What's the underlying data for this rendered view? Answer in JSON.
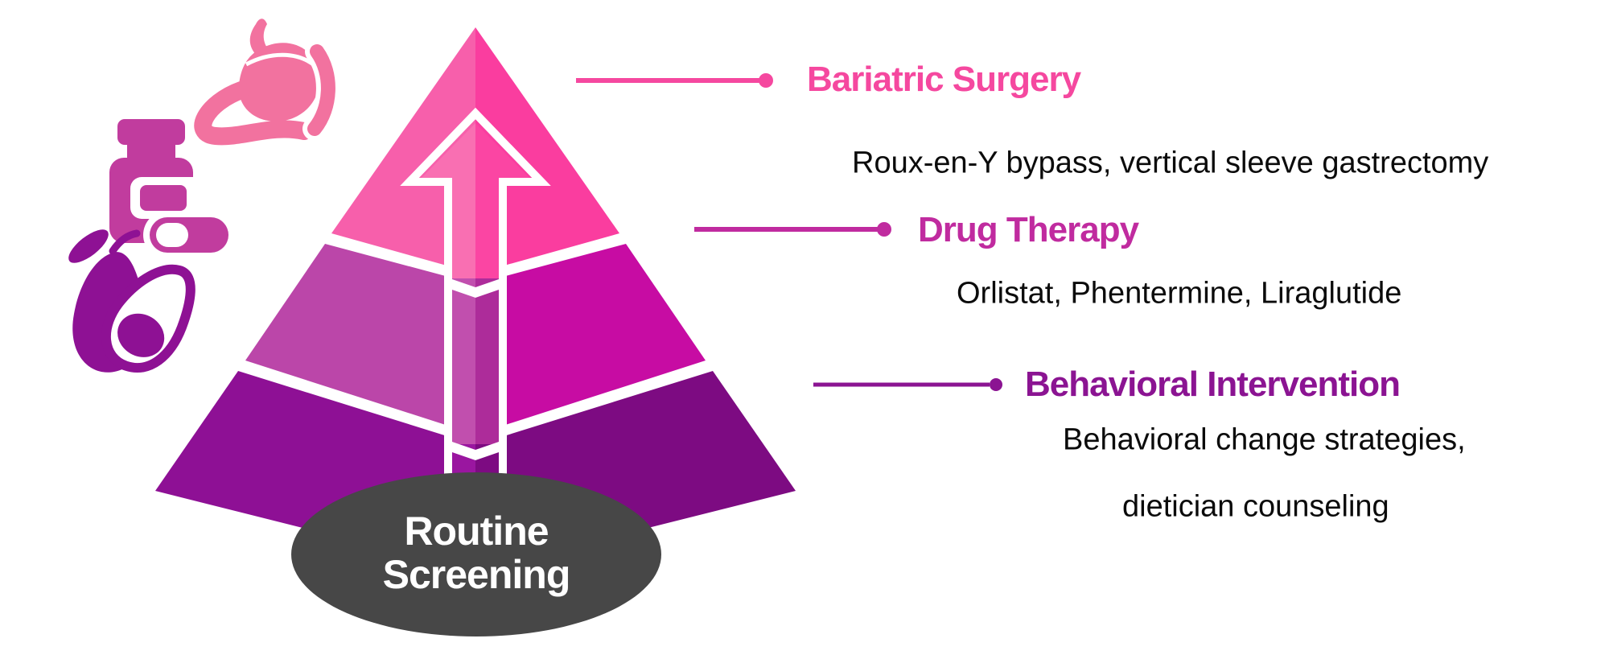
{
  "pyramid": {
    "tiers": [
      {
        "level": 3,
        "name": "Bariatric Surgery",
        "left_color": "#F75FAB",
        "right_color": "#FA3D9F"
      },
      {
        "level": 2,
        "name": "Drug Therapy",
        "left_color": "#BB46A9",
        "right_color": "#C70CA3"
      },
      {
        "level": 1,
        "name": "Behavioral Intervention",
        "left_color": "#8E1095",
        "right_color": "#7D0B82"
      }
    ],
    "arrow": {
      "direction": "up",
      "outline_color": "#FFFFFF"
    }
  },
  "base_ellipse": {
    "line1": "Routine",
    "line2": "Screening",
    "fill": "#474747",
    "text_color": "#FFFFFF"
  },
  "callouts": [
    {
      "title": "Bariatric Surgery",
      "color": "#F5489F",
      "description_lines": [
        "Roux-en-Y bypass, vertical sleeve gastrectomy"
      ]
    },
    {
      "title": "Drug Therapy",
      "color": "#C02B9F",
      "description_lines": [
        "Orlistat, Phentermine, Liraglutide"
      ]
    },
    {
      "title": "Behavioral Intervention",
      "color": "#8B1492",
      "description_lines": [
        "Behavioral change strategies,",
        "dietician counseling"
      ]
    }
  ],
  "icons": [
    {
      "name": "stomach-icon",
      "color": "#F2729F"
    },
    {
      "name": "pill-bottle-icon",
      "color": "#C13C9E"
    },
    {
      "name": "avocado-icon",
      "color": "#8E1194"
    }
  ],
  "text_color": "#000000",
  "background": "#FFFFFF"
}
